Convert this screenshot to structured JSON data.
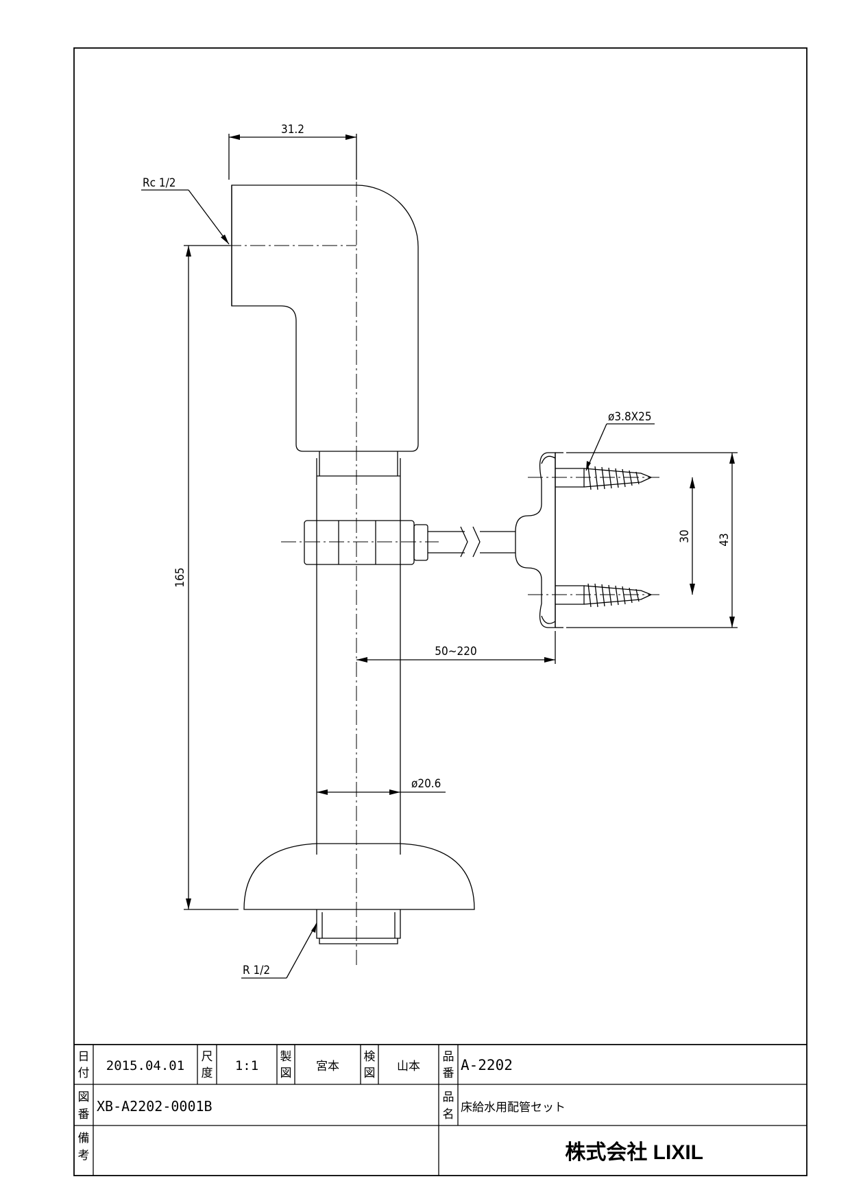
{
  "drawing": {
    "dim_width_top": "31.2",
    "thread_top": "Rc 1/2",
    "thread_bottom": "R 1/2",
    "dim_height": "165",
    "screw_spec": "ø3.8X25",
    "dim_screw_pitch": "30",
    "dim_bracket_height": "43",
    "dim_projection": "50~220",
    "dim_pipe_diameter": "ø20.6"
  },
  "title_block": {
    "date_label": [
      "日",
      "付"
    ],
    "date_value": "2015.04.01",
    "scale_label": [
      "尺",
      "度"
    ],
    "scale_value": "1:1",
    "drawn_label": [
      "製",
      "図"
    ],
    "drawn_value": "宮本",
    "checked_label": [
      "検",
      "図"
    ],
    "checked_value": "山本",
    "part_no_label": [
      "品",
      "番"
    ],
    "part_no_value": "A-2202",
    "drawing_no_label": [
      "図",
      "番"
    ],
    "drawing_no_value": "XB-A2202-0001B",
    "part_name_label": [
      "品",
      "名"
    ],
    "part_name_value": "床給水用配管セット",
    "remarks_label": [
      "備",
      "考"
    ],
    "remarks_value": "",
    "company": "株式会社 LIXIL"
  }
}
